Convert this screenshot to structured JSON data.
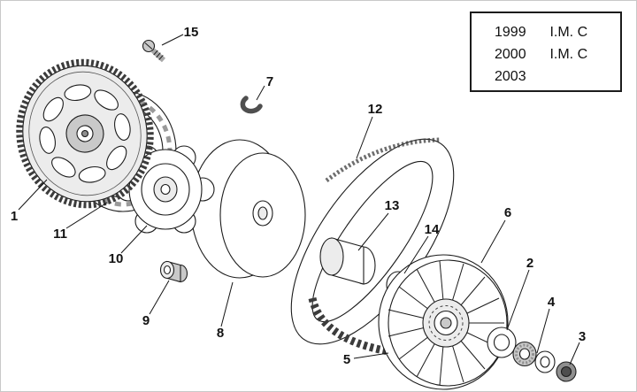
{
  "legend": {
    "rows": [
      {
        "year": "1999",
        "code": "I.M. C"
      },
      {
        "year": "2000",
        "code": "I.M. C"
      },
      {
        "year": "2003",
        "code": ""
      }
    ]
  },
  "callouts": [
    {
      "label": "1"
    },
    {
      "label": "2"
    },
    {
      "label": "3"
    },
    {
      "label": "4"
    },
    {
      "label": "5"
    },
    {
      "label": "6"
    },
    {
      "label": "7"
    },
    {
      "label": "8"
    },
    {
      "label": "9"
    },
    {
      "label": "10"
    },
    {
      "label": "11"
    },
    {
      "label": "12"
    },
    {
      "label": "13"
    },
    {
      "label": "14"
    },
    {
      "label": "15"
    }
  ],
  "colors": {
    "background": "#ffffff",
    "line": "#1c1c1c",
    "teeth": "#3c3c3c",
    "shade-light": "#ececec",
    "shade-mid": "#c9c9c9",
    "shade-dark": "#8f8f8f"
  }
}
